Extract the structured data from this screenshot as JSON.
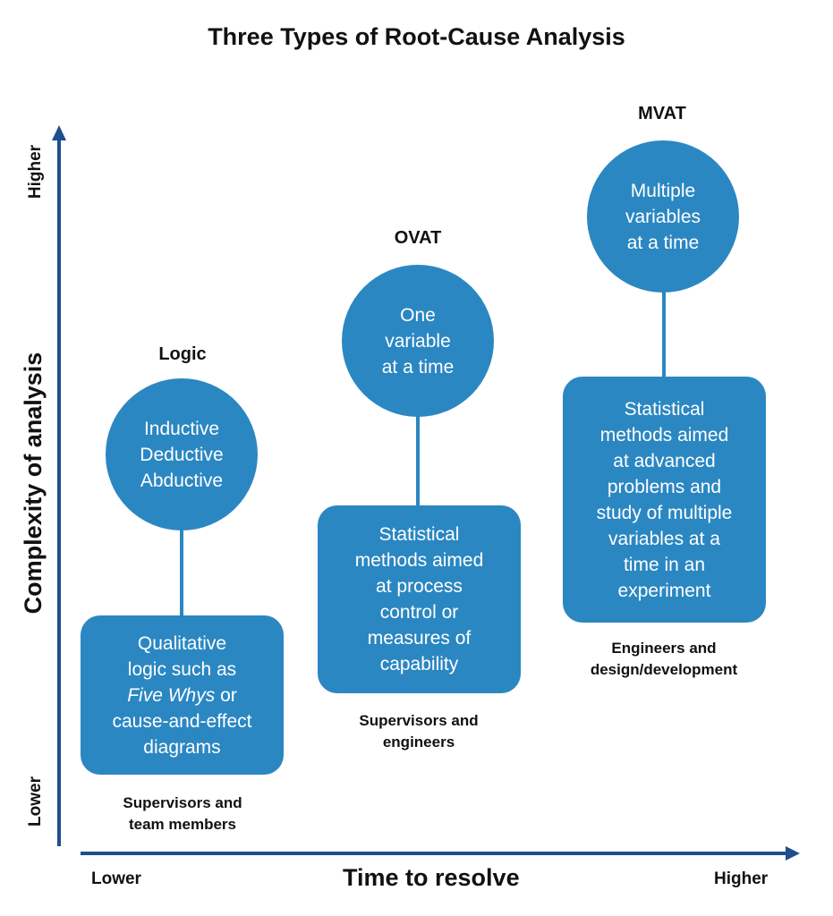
{
  "title": "Three Types of Root-Cause Analysis",
  "y_axis": {
    "label": "Complexity of analysis",
    "low": "Lower",
    "high": "Higher"
  },
  "x_axis": {
    "label": "Time to resolve",
    "low": "Lower",
    "high": "Higher"
  },
  "columns": [
    {
      "heading": "Logic",
      "circle_lines": [
        "Inductive",
        "Deductive",
        "Abductive"
      ],
      "box_lines": [
        "Qualitative",
        "logic such as",
        "Five Whys or",
        "cause-and-effect",
        "diagrams"
      ],
      "box_italic": "Five Whys",
      "audience_lines": [
        "Supervisors and",
        "team members"
      ]
    },
    {
      "heading": "OVAT",
      "circle_lines": [
        "One",
        "variable",
        "at a time"
      ],
      "box_lines": [
        "Statistical",
        "methods aimed",
        "at process",
        "control or",
        "measures of",
        "capability"
      ],
      "audience_lines": [
        "Supervisors and",
        "engineers"
      ]
    },
    {
      "heading": "MVAT",
      "circle_lines": [
        "Multiple",
        "variables",
        "at a time"
      ],
      "box_lines": [
        "Statistical",
        "methods aimed",
        "at advanced",
        "problems and",
        "study of multiple",
        "variables at a",
        "time in an",
        "experiment"
      ],
      "audience_lines": [
        "Engineers and",
        "design/development"
      ]
    }
  ],
  "colors": {
    "accent": "#2b87c2",
    "axis": "#1f4e8c"
  }
}
